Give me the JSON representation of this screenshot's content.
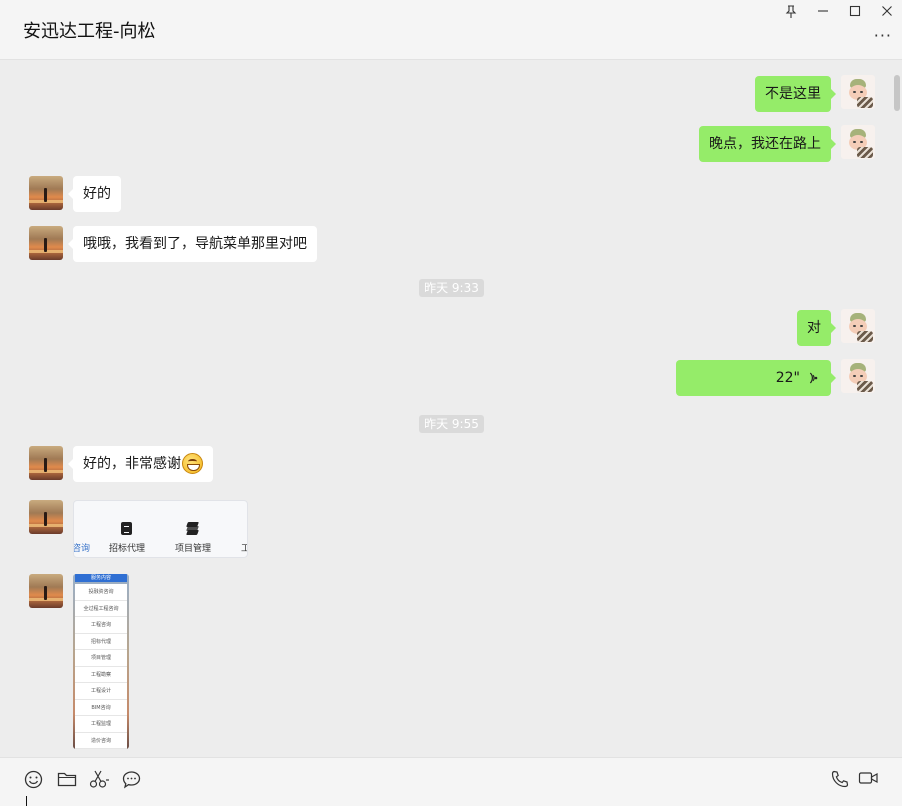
{
  "window": {
    "title": "安迅达工程-向松",
    "more_label": "···"
  },
  "messages": {
    "m1": "不是这里",
    "m2": "晚点，我还在路上",
    "m3": "好的",
    "m4": "哦哦，我看到了，导航菜单那里对吧",
    "ts1": "昨天 9:33",
    "m5": "对",
    "voice_duration": "22\"",
    "ts2": "昨天 9:55",
    "m6": "好的，非常感谢"
  },
  "screenshot_card": {
    "items": [
      "咨询",
      "招标代理",
      "项目管理",
      "工"
    ]
  },
  "screenshot_menu": {
    "header": "服务内容",
    "rows": [
      "投融资咨询",
      "全过程工程咨询",
      "工程咨询",
      "招标代理",
      "项目管理",
      "工程勘察",
      "工程设计",
      "BIM咨询",
      "工程监理",
      "造价咨询"
    ]
  },
  "icons": [
    "pin-icon",
    "minimize-icon",
    "maximize-icon",
    "close-icon",
    "more-icon",
    "emoji-icon",
    "folder-icon",
    "scissors-icon",
    "chat-history-icon",
    "voice-call-icon",
    "video-call-icon",
    "voice-wave-icon"
  ],
  "colors": {
    "self_bubble": "#95ec69",
    "other_bubble": "#ffffff",
    "background": "#ededed",
    "timestamp_bg": "#dadada"
  }
}
